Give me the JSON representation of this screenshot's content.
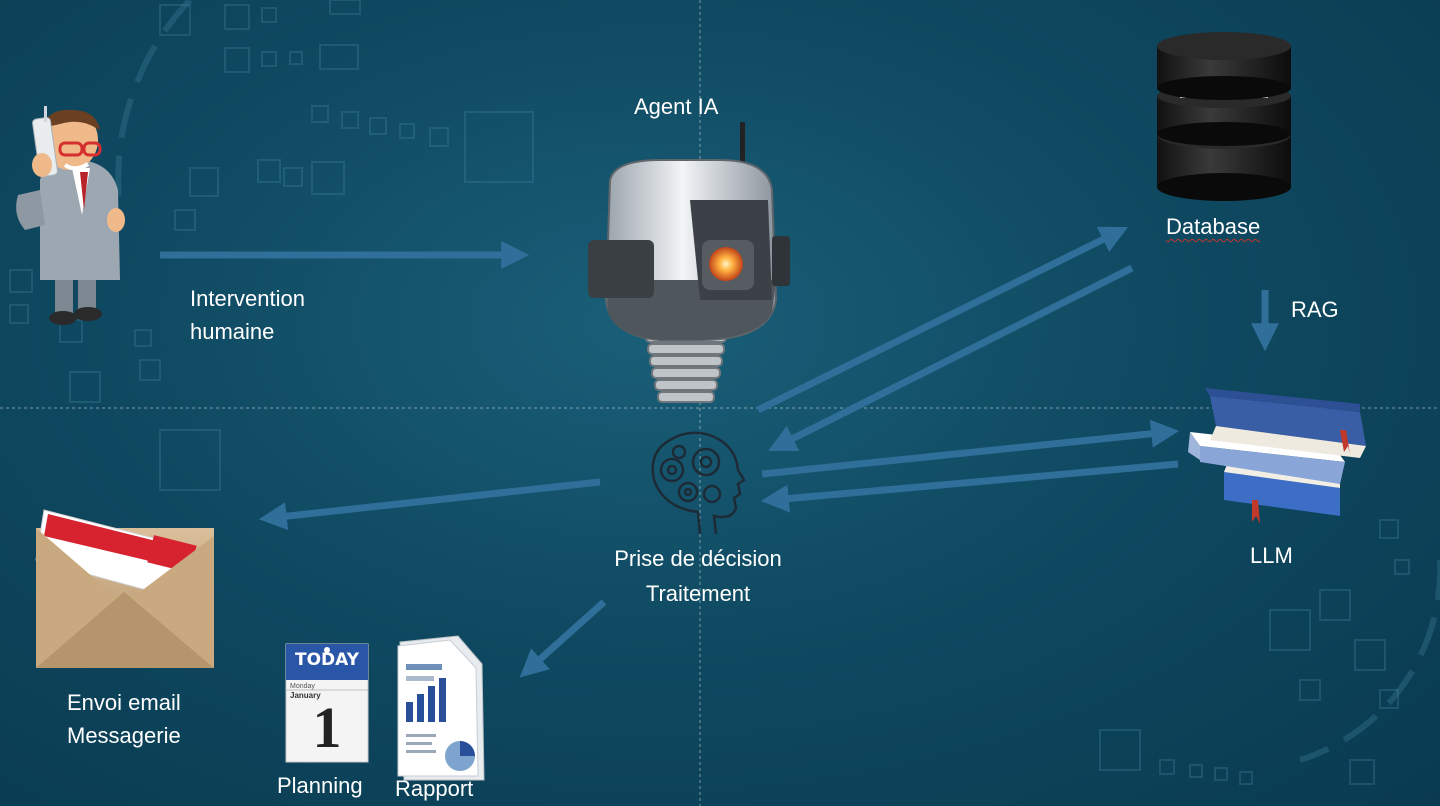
{
  "labels": {
    "human": "Intervention\nhumaine",
    "agent": "Agent IA",
    "database": "Database",
    "rag": "RAG",
    "llm": "LLM",
    "decision": "Prise de décision\nTraitement",
    "email": "Envoi email\nMessagerie",
    "planning": "Planning",
    "rapport": "Rapport",
    "calendar_header": "TODAY",
    "calendar_weekday": "Monday",
    "calendar_month": "January",
    "calendar_day": "1"
  },
  "colors": {
    "background": "#0f4a62",
    "arrow": "#2f6f9a",
    "text": "#ffffff"
  },
  "icons": [
    "businessman-phone-icon",
    "robot-head-icon",
    "database-icon",
    "books-icon",
    "brain-gears-icon",
    "envelope-icon",
    "calendar-icon",
    "report-icon"
  ]
}
